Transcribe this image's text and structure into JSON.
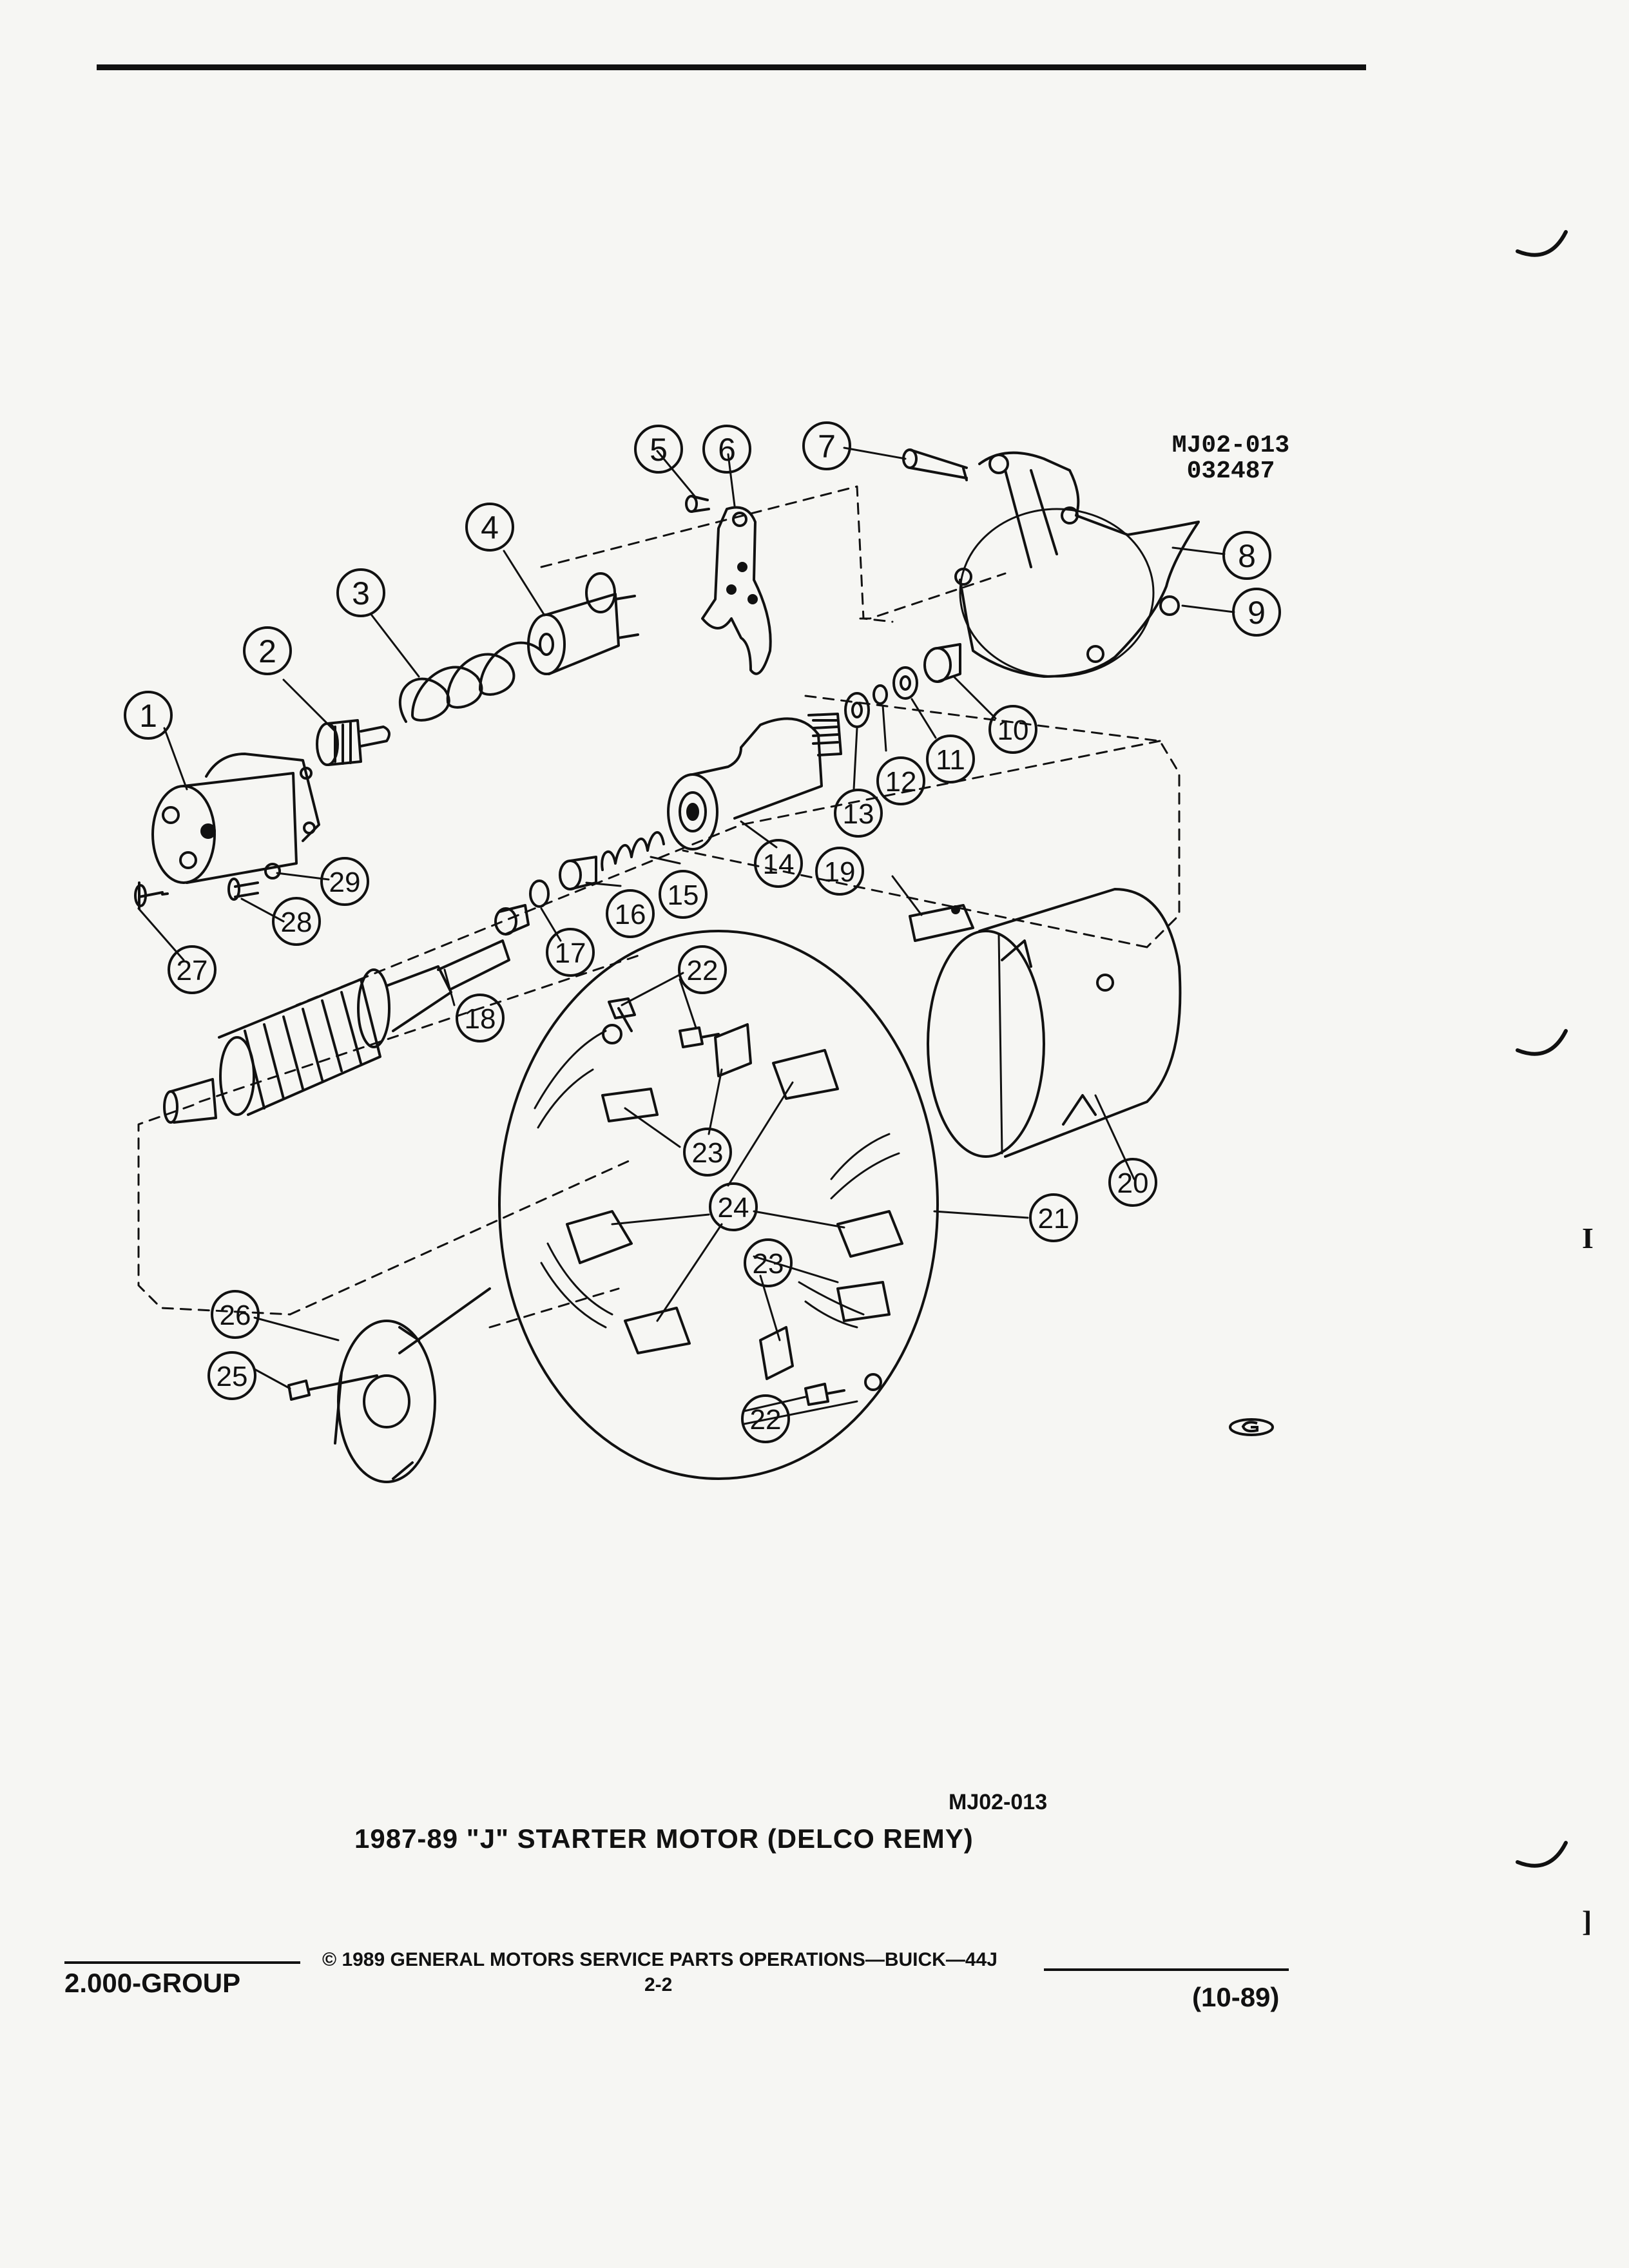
{
  "stamp": {
    "line1": "MJ02-013",
    "line2": "032487"
  },
  "callouts": [
    "1",
    "2",
    "3",
    "4",
    "5",
    "6",
    "7",
    "8",
    "9",
    "10",
    "11",
    "12",
    "13",
    "14",
    "15",
    "16",
    "17",
    "18",
    "19",
    "20",
    "21",
    "22",
    "22",
    "23",
    "23",
    "24",
    "25",
    "26",
    "27",
    "28",
    "29"
  ],
  "figure": {
    "code": "MJ02-013",
    "title": "1987-89 \"J\" STARTER MOTOR (DELCO REMY)"
  },
  "footer": {
    "group": "2.000-GROUP",
    "copyright": "© 1989 GENERAL MOTORS SERVICE PARTS OPERATIONS—BUICK—44J",
    "page": "2-2",
    "date": "(10-89)"
  },
  "edge_marks": [
    "I",
    "]"
  ],
  "colors": {
    "ink": "#111111",
    "paper": "#f6f6f3"
  }
}
